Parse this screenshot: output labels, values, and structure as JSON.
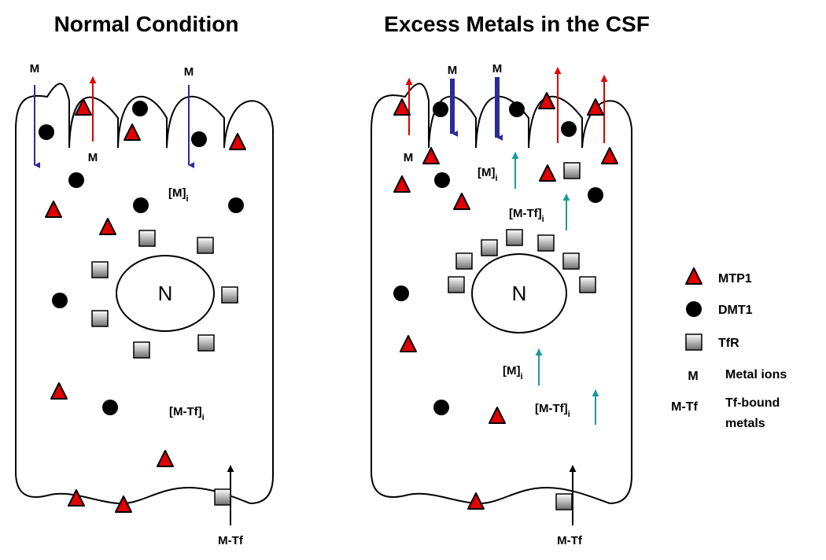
{
  "panels": {
    "normal": {
      "title": "Normal Condition",
      "metal_label_1": "M",
      "metal_label_2": "M",
      "metal_label_3": "M",
      "intracellular_metal": "[M]",
      "intracellular_metal_sub": "i",
      "intracellular_mtf": "[M-Tf]",
      "intracellular_mtf_sub": "i",
      "nucleus_label": "N",
      "bottom_label": "M-Tf"
    },
    "excess": {
      "title": "Excess Metals in the CSF",
      "metal_label_1": "M",
      "metal_label_2": "M",
      "metal_label_3": "M",
      "intracellular_metal_1": "[M]",
      "intracellular_metal_1_sub": "i",
      "intracellular_mtf_1": "[M-Tf]",
      "intracellular_mtf_1_sub": "i",
      "intracellular_metal_2": "[M]",
      "intracellular_metal_2_sub": "i",
      "intracellular_mtf_2": "[M-Tf]",
      "intracellular_mtf_2_sub": "i",
      "nucleus_label": "N",
      "bottom_label": "M-Tf"
    }
  },
  "legend": {
    "mtp1": "MTP1",
    "dmt1": "DMT1",
    "tfr": "TfR",
    "m_symbol": "M",
    "m_desc": "Metal ions",
    "mtf_symbol": "M-Tf",
    "mtf_desc_line1": "Tf-bound",
    "mtf_desc_line2": "metals"
  },
  "colors": {
    "mtp1": "#e00000",
    "efflux_arrow": "#e00000",
    "influx_arrow": "#2b2b9a",
    "intracellular_arrow": "#1a9a9a",
    "dmt1": "#000000"
  },
  "icons": {
    "mtp1": "red-triangle-icon",
    "dmt1": "black-circle-icon",
    "tfr": "gray-square-icon"
  }
}
